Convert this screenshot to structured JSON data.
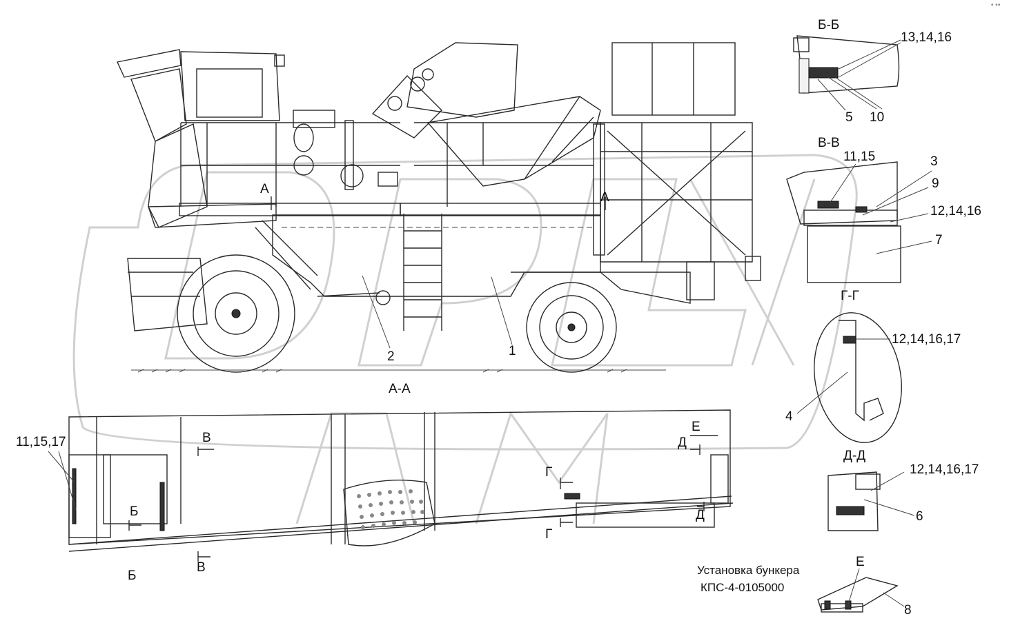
{
  "section_titles": {
    "bb": "Б-Б",
    "vv": "В-В",
    "gg": "Г-Г",
    "dd": "Д-Д",
    "aa": "А-А"
  },
  "cut_marks": {
    "a_left": "А",
    "a_right": "А",
    "v_top": "В",
    "v_bottom": "В",
    "b_left": "Б",
    "b_bottom": "Б",
    "g_top": "Г",
    "g_bottom": "Г",
    "d_top": "Д",
    "d_bottom": "Д",
    "e_top": "Е",
    "e_detail": "Е"
  },
  "callouts": {
    "p1": "1",
    "p2": "2",
    "p3": "3",
    "p4": "4",
    "p5": "5",
    "p6": "6",
    "p7": "7",
    "p8": "8",
    "p9": "9",
    "p10": "10",
    "p13_14_16": "13,14,16",
    "p11_15": "11,15",
    "p12_14_16": "12,14,16",
    "p12_14_16_17_gg": "12,14,16,17",
    "p12_14_16_17_dd": "12,14,16,17",
    "p11_15_17": "11,15,17"
  },
  "note": {
    "line1": "Установка бункера",
    "line2": "КПС-4-0105000"
  },
  "corner_mark": "° °°"
}
